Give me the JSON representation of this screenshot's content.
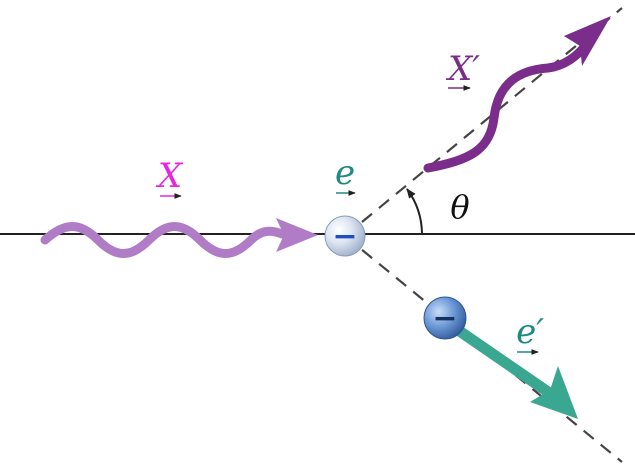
{
  "labels": {
    "incident_photon": "X",
    "scattered_photon": "X′",
    "incident_electron": "e",
    "scattered_electron": "e′",
    "angle": "θ",
    "electron_charge": "−",
    "electron_charge_2": "−"
  },
  "colors": {
    "incident_photon": "#b07cc6",
    "incident_label": "#e826e0",
    "scattered_photon": "#7a2d8a",
    "electron_label": "#1f8a84",
    "scattered_electron_arrow": "#3aa891",
    "electron_center": "#9fb4d6",
    "electron_ball": "#4d7cc0",
    "charge_incident": "#1f4ec0",
    "axis": "#222222",
    "dashed": "#444444"
  },
  "icons": {
    "vector_arrow": "small-right-arrow-icon"
  }
}
